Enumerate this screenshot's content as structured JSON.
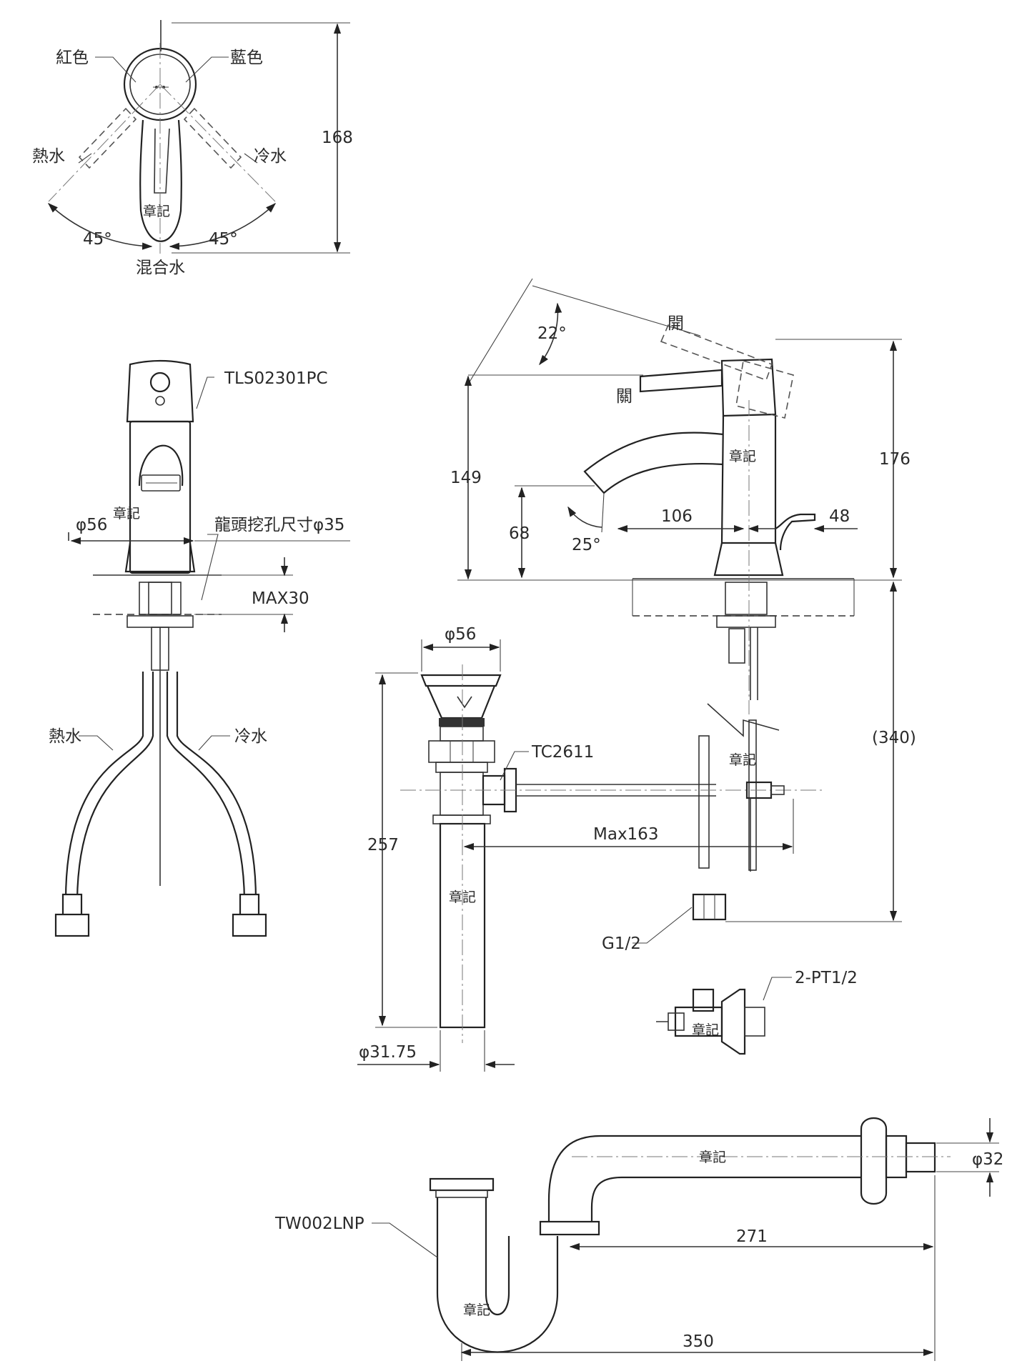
{
  "top_view": {
    "red_label": "紅色",
    "blue_label": "藍色",
    "hot_label": "熱水",
    "cold_label": "冷水",
    "mark_label": "章記",
    "angle_left": "45°",
    "angle_right": "45°",
    "mixed_label": "混合水",
    "height_dim": "168"
  },
  "front_view": {
    "model": "TLS02301PC",
    "mark_label": "章記",
    "dia_base": "φ56",
    "hole_size": "龍頭挖孔尺寸φ35",
    "max_thickness": "MAX30",
    "hot_label": "熱水",
    "cold_label": "冷水"
  },
  "side_view": {
    "angle_open": "22°",
    "open_label": "開",
    "close_label": "關",
    "mark_label": "章記",
    "dim_149": "149",
    "dim_176": "176",
    "dim_68": "68",
    "dim_106": "106",
    "dim_48": "48",
    "angle_spout": "25°",
    "dim_340": "(340)",
    "mark_label_lower": "章記"
  },
  "drain": {
    "dia_top": "φ56",
    "model": "TC2611",
    "max_dim": "Max163",
    "height": "257",
    "mark_label": "章記",
    "dia_pipe": "φ31.75",
    "thread": "G1/2"
  },
  "valve": {
    "thread": "2-PT1/2",
    "mark_label": "章記"
  },
  "trap": {
    "model": "TW002LNP",
    "mark_label_top": "章記",
    "mark_label_bottom": "章記",
    "dia": "φ32",
    "dim_271": "271",
    "dim_350": "350"
  }
}
